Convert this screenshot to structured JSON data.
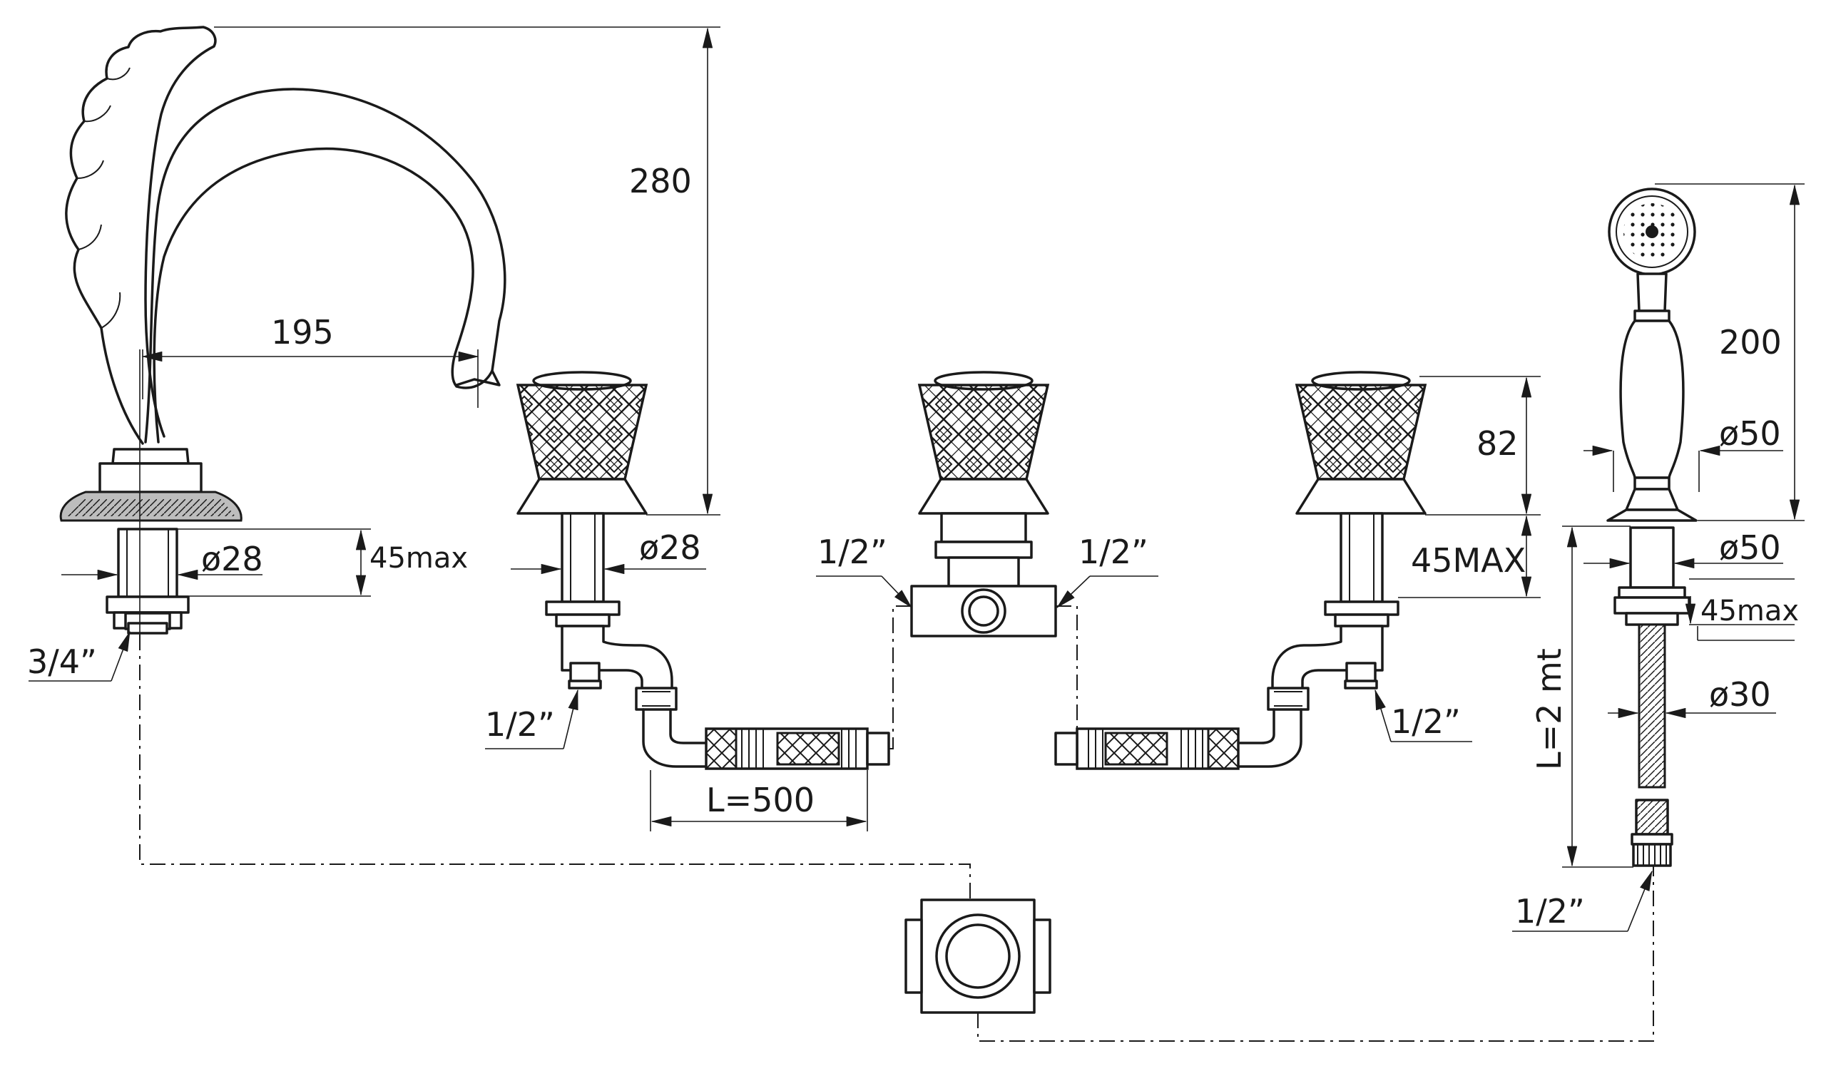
{
  "dimensions": {
    "spout_height": "280",
    "spout_reach": "195",
    "spout_base_dia": "ø28",
    "spout_max_depth": "45max",
    "spout_thread": "3/4”",
    "valve_dia": "ø28",
    "valve_inlet_left": "1/2”",
    "diverter_in_left": "1/2”",
    "diverter_in_right": "1/2”",
    "handle_height": "82",
    "valve_max_depth": "45MAX",
    "valve_inlet_right": "1/2”",
    "hose_length": "L=500",
    "shower_height": "200",
    "shower_handle_dia": "ø50",
    "shower_base_dia": "ø50",
    "shower_max_depth": "45max",
    "shower_hose_dia": "ø30",
    "shower_hose_length": "L=2 mt",
    "shower_hose_thread": "1/2”"
  }
}
